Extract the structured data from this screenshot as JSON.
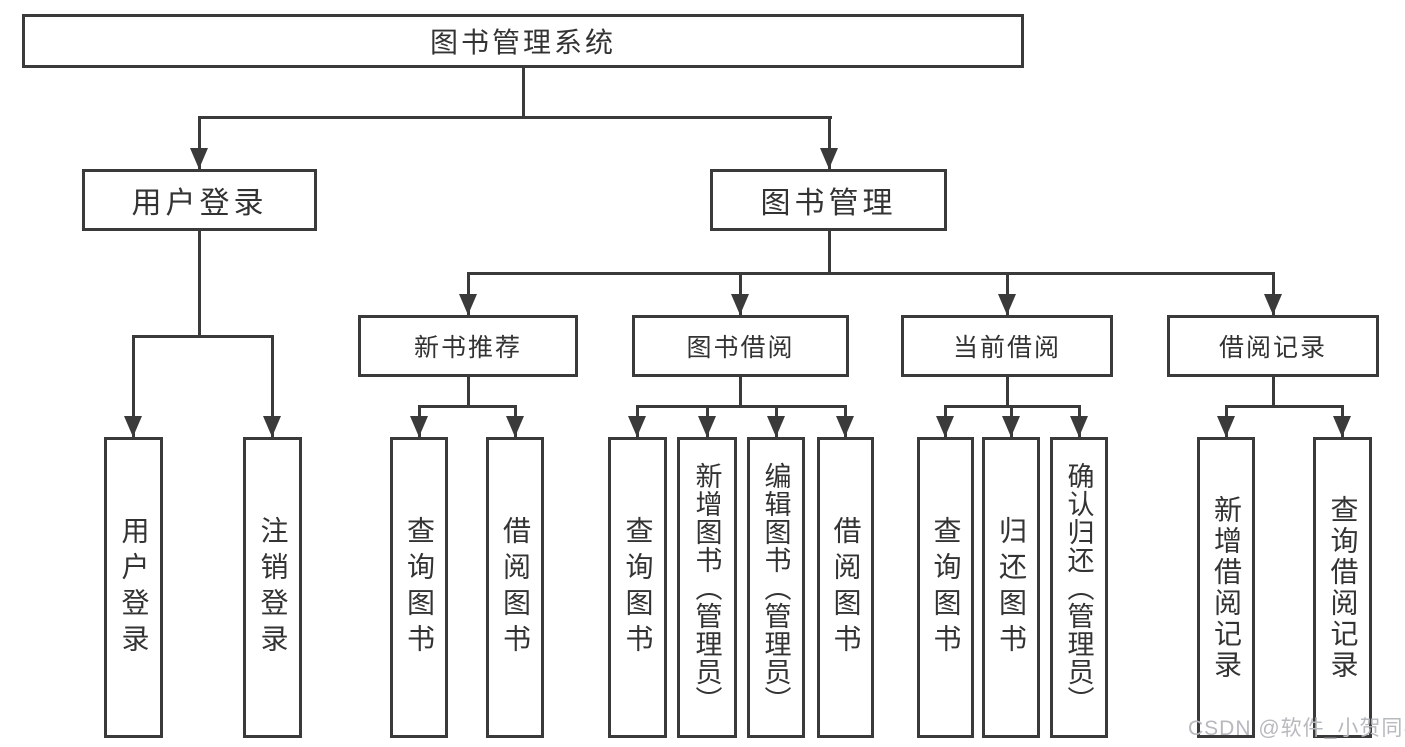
{
  "diagram": {
    "title": "图书管理系统",
    "nodes": {
      "root": "图书管理系统",
      "user_login": "用户登录",
      "book_mgmt": "图书管理",
      "ul_login": "用户登录",
      "ul_logout": "注销登录",
      "new_book": "新书推荐",
      "book_borrow": "图书借阅",
      "current_borrow": "当前借阅",
      "borrow_record": "借阅记录",
      "nb_query_book": "查询图书",
      "nb_borrow_book": "借阅图书",
      "bb_query_book": "查询图书",
      "bb_add_book": "新增图书（管理员）",
      "bb_edit_book": "编辑图书（管理员）",
      "bb_borrow_book": "借阅图书",
      "cb_query_book": "查询图书",
      "cb_return_book": "归还图书",
      "cb_confirm_return": "确认归还（管理员）",
      "br_add_record": "新增借阅记录",
      "br_query_record": "查询借阅记录"
    },
    "hierarchy": {
      "图书管理系统": {
        "用户登录": [
          "用户登录",
          "注销登录"
        ],
        "图书管理": {
          "新书推荐": [
            "查询图书",
            "借阅图书"
          ],
          "图书借阅": [
            "查询图书",
            "新增图书（管理员）",
            "编辑图书（管理员）",
            "借阅图书"
          ],
          "当前借阅": [
            "查询图书",
            "归还图书",
            "确认归还（管理员）"
          ],
          "借阅记录": [
            "新增借阅记录",
            "查询借阅记录"
          ]
        }
      }
    },
    "watermark": "CSDN @软件_小贺同学",
    "colors": {
      "line": "#3a3a3a",
      "text": "#333333",
      "watermark": "#b6b9be",
      "background": "#ffffff"
    }
  }
}
